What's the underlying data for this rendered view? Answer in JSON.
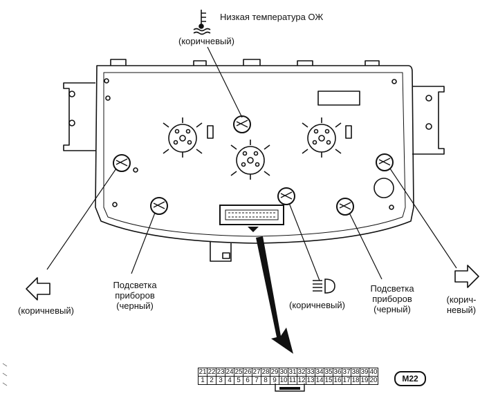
{
  "labels": {
    "low_coolant_temp": "Низкая температура ОЖ",
    "brown_top": "(коричневый)",
    "brown_left": "(коричневый)",
    "backlight_left_1": "Подсветка",
    "backlight_left_2": "приборов",
    "backlight_left_3": "(черный)",
    "brown_center": "(коричневый)",
    "backlight_right_1": "Подсветка",
    "backlight_right_2": "приборов",
    "backlight_right_3": "(черный)",
    "brown_right_1": "(корич-",
    "brown_right_2": "невый)"
  },
  "connector": {
    "code": "M22",
    "row_top": [
      "21",
      "22",
      "23",
      "24",
      "25",
      "26",
      "27",
      "28",
      "29",
      "30",
      "31",
      "32",
      "33",
      "34",
      "35",
      "36",
      "37",
      "38",
      "39",
      "40"
    ],
    "row_bottom": [
      "1",
      "2",
      "3",
      "4",
      "5",
      "6",
      "7",
      "8",
      "9",
      "10",
      "11",
      "12",
      "13",
      "14",
      "15",
      "16",
      "17",
      "18",
      "19",
      "20"
    ]
  },
  "icons": [
    "coolant-temperature-icon",
    "headlight-icon",
    "turn-signal-left-icon",
    "turn-signal-right-icon"
  ]
}
